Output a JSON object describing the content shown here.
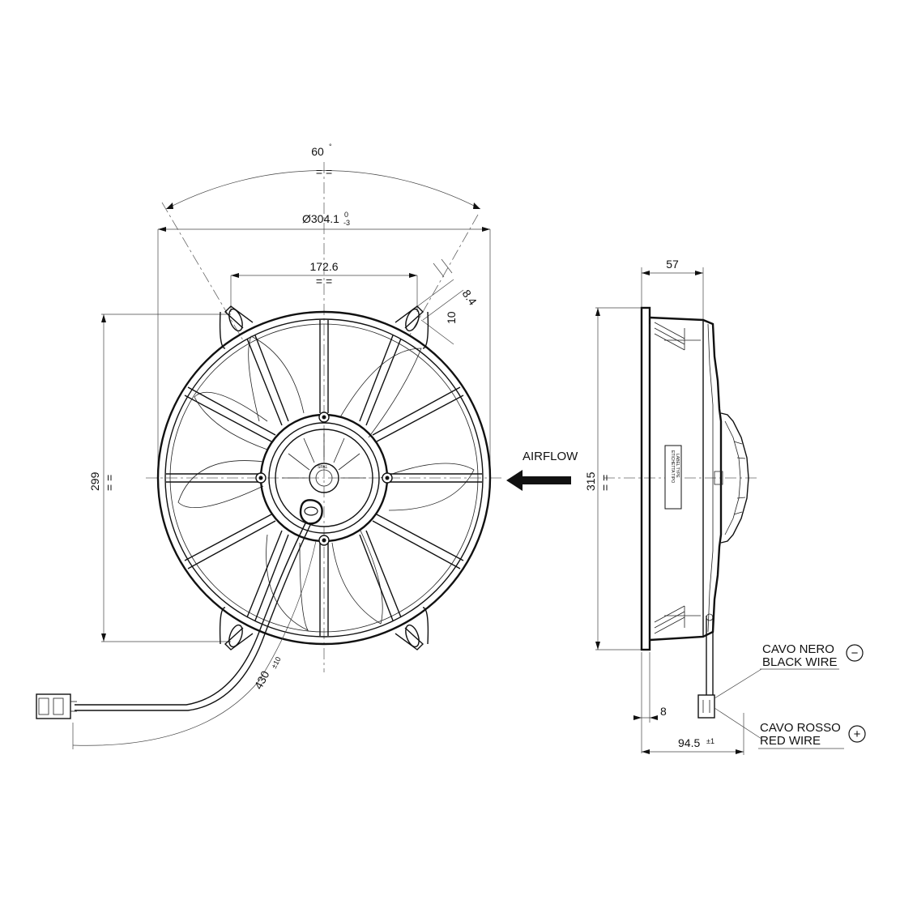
{
  "dimensions": {
    "angle": "60",
    "angle_unit": "°",
    "diameter": "Ø304.1",
    "diameter_tol_upper": "0",
    "diameter_tol_lower": "-3",
    "hole_spacing": "172.6",
    "slot_width": "8.4",
    "slot_offset": "10",
    "height_299": "299",
    "height_315": "315",
    "cable_length": "430",
    "cable_tol": "±10",
    "depth_57": "57",
    "depth_8": "8",
    "depth_total": "94.5",
    "depth_total_tol": "±1",
    "equal_mark": "= ="
  },
  "labels": {
    "airflow": "AIRFLOW",
    "black_wire_it": "CAVO NERO",
    "black_wire_en": "BLACK WIRE",
    "red_wire_it": "CAVO ROSSO",
    "red_wire_en": "RED WIRE",
    "minus_symbol": "−",
    "plus_symbol": "+",
    "label_type_it": "ETICHETTA TIPO",
    "label_type_en": "LABEL TYPE",
    "motor_brand": "SPAL"
  },
  "colors": {
    "line": "#111111",
    "background": "#ffffff"
  }
}
